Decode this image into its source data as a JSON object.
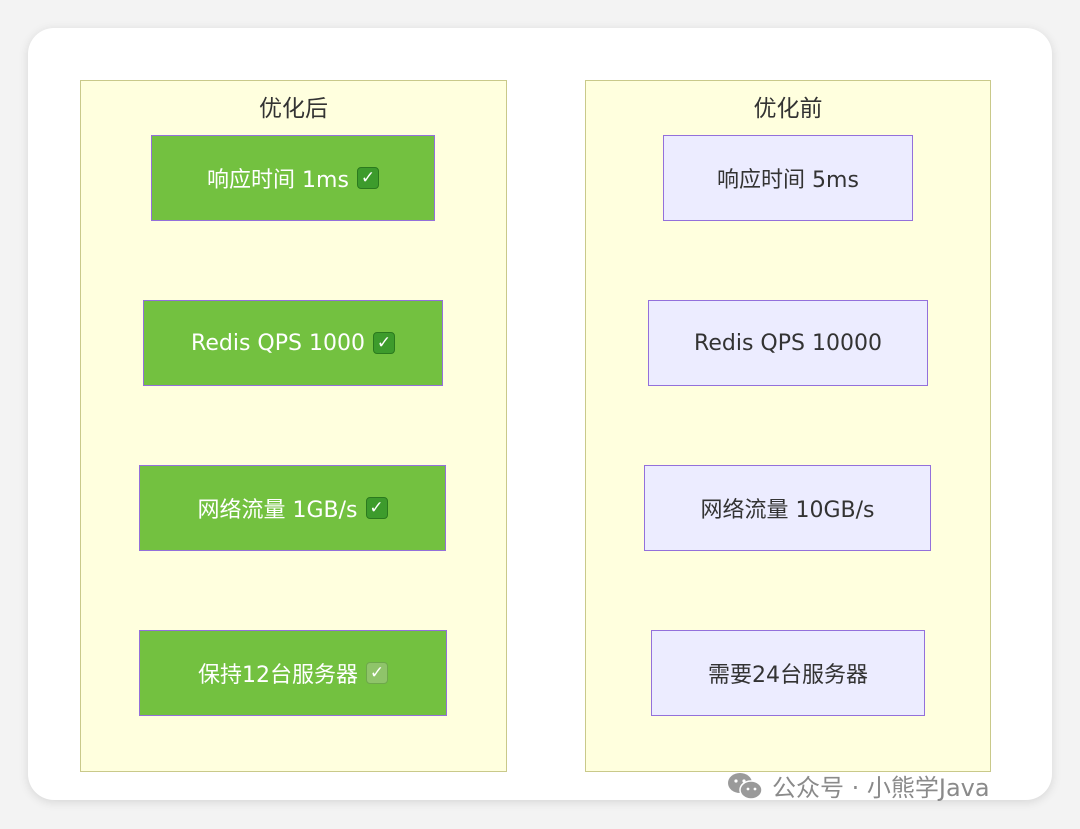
{
  "groups": {
    "after": {
      "title": "优化后",
      "nodes": [
        {
          "label": "响应时间 1ms",
          "check": "✓"
        },
        {
          "label": "Redis QPS 1000",
          "check": "✓"
        },
        {
          "label": "网络流量 1GB/s",
          "check": "✓"
        },
        {
          "label": "保持12台服务器",
          "check": "✓"
        }
      ]
    },
    "before": {
      "title": "优化前",
      "nodes": [
        {
          "label": "响应时间 5ms"
        },
        {
          "label": "Redis QPS 10000"
        },
        {
          "label": "网络流量 10GB/s"
        },
        {
          "label": "需要24台服务器"
        }
      ]
    }
  },
  "watermark": {
    "text": "公众号 · 小熊学Java",
    "icon": "wechat-icon"
  },
  "colors": {
    "after_node_fill": "#73c140",
    "before_node_fill": "#ececff",
    "group_fill": "#ffffde",
    "node_border": "#9370db"
  }
}
